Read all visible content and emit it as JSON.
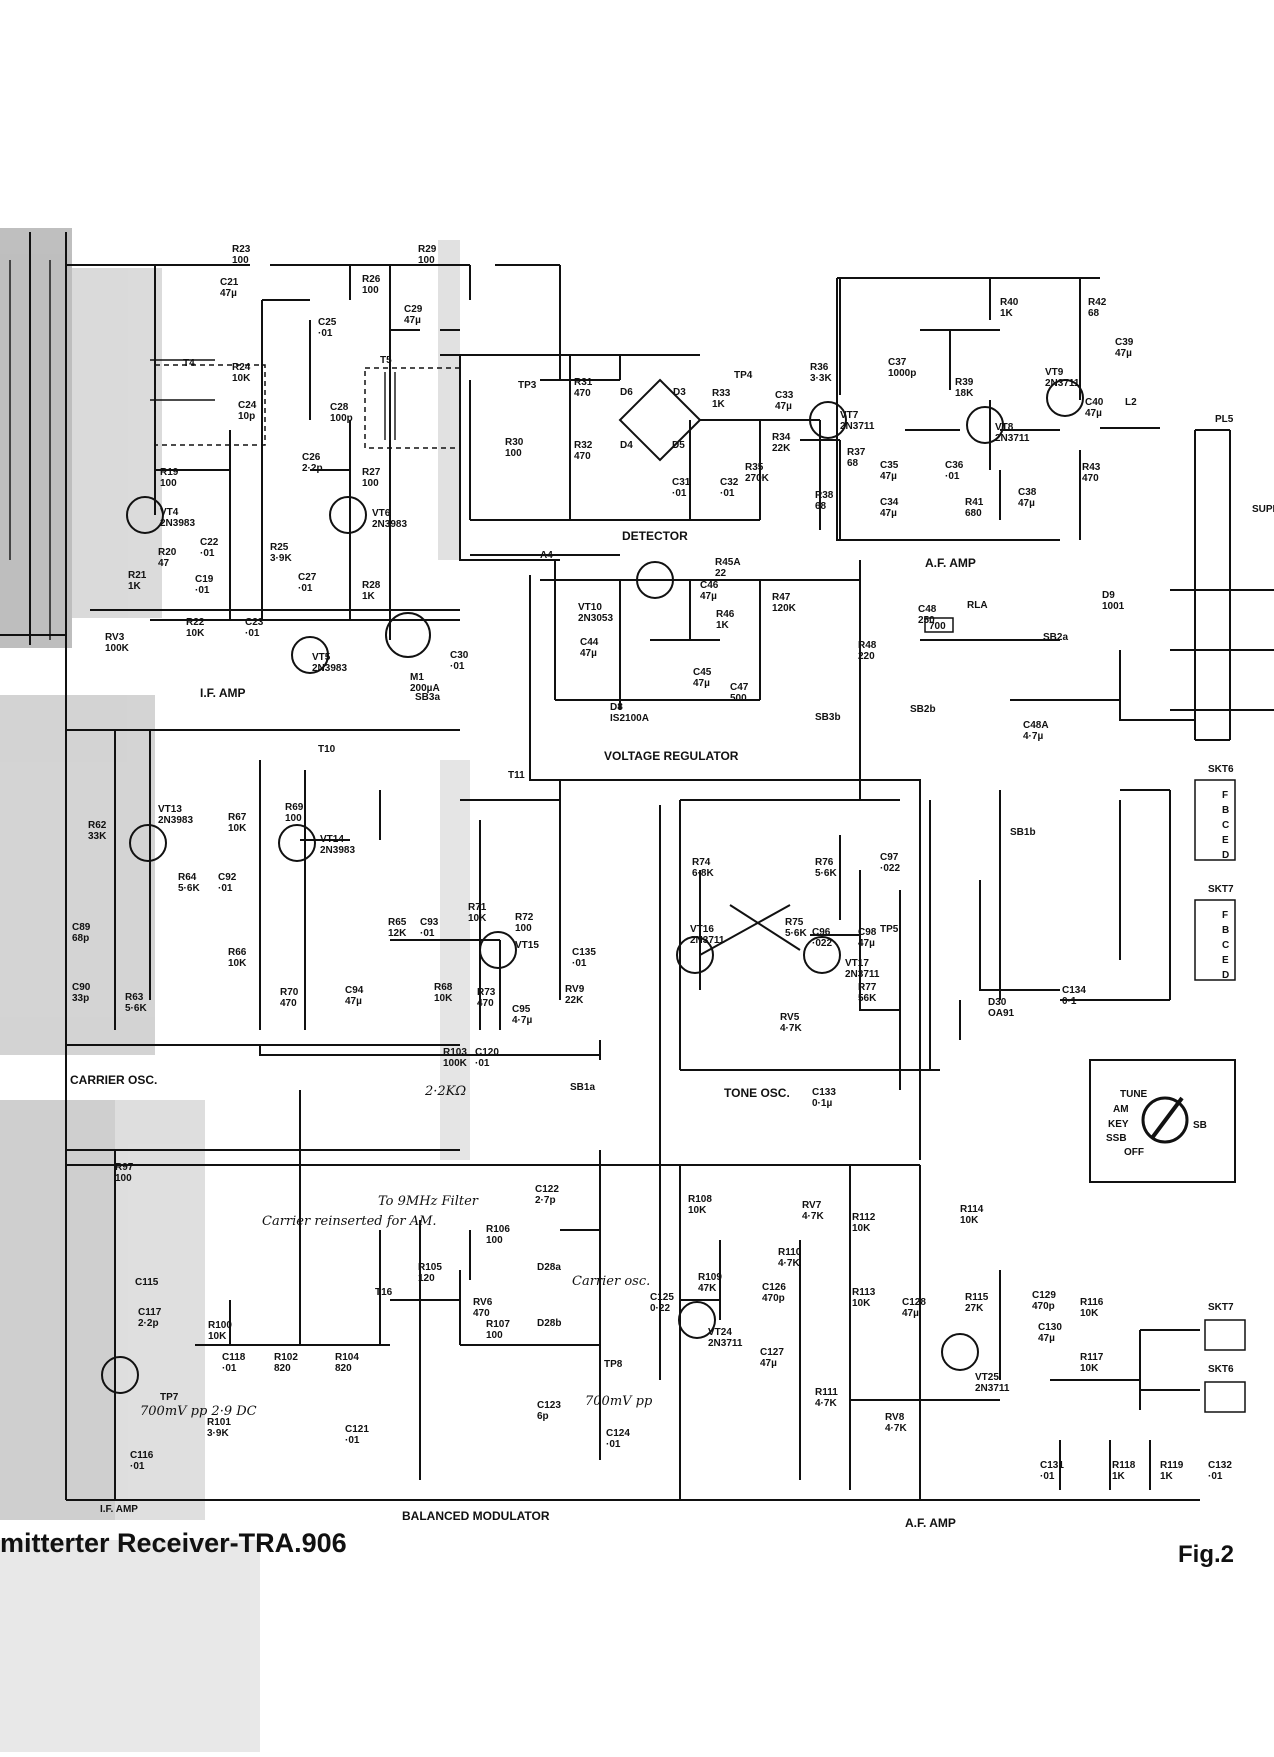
{
  "footer": {
    "title": "mitterter Receiver-TRA.906",
    "fig": "Fig.2"
  },
  "sections": {
    "if_amp_top": "I.F. AMP",
    "detector": "DETECTOR",
    "af_amp_top": "A.F. AMP",
    "voltage_regulator": "VOLTAGE REGULATOR",
    "carrier_osc": "CARRIER OSC.",
    "tone_osc": "TONE OSC.",
    "balanced_modulator": "BALANCED MODULATOR",
    "af_amp_bottom": "A.F. AMP",
    "if_amp_bottom": "I.F. AMP"
  },
  "handwritten": {
    "r103_note": "2·2KΩ",
    "to_9mhz": "To 9MHz Filter",
    "carrier_reinserted": "Carrier reinserted for AM.",
    "carrier_osc": "Carrier osc.",
    "tp8_level": "700mV pp",
    "tp7_level": "700mV pp 2·9 DC"
  },
  "mode_switch": {
    "tune": "TUNE",
    "am": "AM",
    "key": "KEY",
    "ssb": "SSB",
    "off": "OFF",
    "label": "SB"
  },
  "connectors": {
    "pl5": "PL5",
    "skt6_top": "SKT6",
    "skt7_top": "SKT7",
    "skt7_bottom": "SKT7",
    "skt6_bottom": "SKT6",
    "pins": [
      "F",
      "B",
      "C",
      "E",
      "D"
    ],
    "supply": "SUPP",
    "rla": "RLA",
    "rla_value": "700"
  },
  "components": [
    {
      "ref": "R23 100"
    },
    {
      "ref": "R29 100"
    },
    {
      "ref": "C21 47µ"
    },
    {
      "ref": "R26 100"
    },
    {
      "ref": "C29 47µ"
    },
    {
      "ref": "C25 ·01"
    },
    {
      "ref": "R24 10K"
    },
    {
      "ref": "C24 10p"
    },
    {
      "ref": "T4"
    },
    {
      "ref": "T5"
    },
    {
      "ref": "C28 100p"
    },
    {
      "ref": "C26 2·2p"
    },
    {
      "ref": "R27 100"
    },
    {
      "ref": "VT6 2N3983"
    },
    {
      "ref": "R19 100"
    },
    {
      "ref": "VT4 2N3983"
    },
    {
      "ref": "R20 47"
    },
    {
      "ref": "R21 1K"
    },
    {
      "ref": "C19 ·01"
    },
    {
      "ref": "C22 ·01"
    },
    {
      "ref": "R25 3·9K"
    },
    {
      "ref": "C27 ·01"
    },
    {
      "ref": "R28 1K"
    },
    {
      "ref": "R22 10K"
    },
    {
      "ref": "C23 ·01"
    },
    {
      "ref": "VT5 2N3983"
    },
    {
      "ref": "M1 200µA"
    },
    {
      "ref": "C30 ·01"
    },
    {
      "ref": "SB3a"
    },
    {
      "ref": "RV3 100K"
    },
    {
      "ref": "R31 470"
    },
    {
      "ref": "R30 100"
    },
    {
      "ref": "R32 470"
    },
    {
      "ref": "TP3"
    },
    {
      "ref": "D6"
    },
    {
      "ref": "D3"
    },
    {
      "ref": "D4"
    },
    {
      "ref": "D5"
    },
    {
      "ref": "C31 ·01"
    },
    {
      "ref": "C32 ·01"
    },
    {
      "ref": "R33 1K"
    },
    {
      "ref": "TP4"
    },
    {
      "ref": "C33 47µ"
    },
    {
      "ref": "R34 22K"
    },
    {
      "ref": "R35 270K"
    },
    {
      "ref": "R36 3·3K"
    },
    {
      "ref": "VT7 2N3711"
    },
    {
      "ref": "R37 68"
    },
    {
      "ref": "R38 68"
    },
    {
      "ref": "C34 47µ"
    },
    {
      "ref": "C35 47µ"
    },
    {
      "ref": "C36 ·01"
    },
    {
      "ref": "C37 1000p"
    },
    {
      "ref": "R39 18K"
    },
    {
      "ref": "R40 1K"
    },
    {
      "ref": "VT8 2N3711"
    },
    {
      "ref": "R41 680"
    },
    {
      "ref": "C38 47µ"
    },
    {
      "ref": "R42 68"
    },
    {
      "ref": "C39 47µ"
    },
    {
      "ref": "VT9 2N3711"
    },
    {
      "ref": "C40 47µ"
    },
    {
      "ref": "L2"
    },
    {
      "ref": "R43 470"
    },
    {
      "ref": "A4"
    },
    {
      "ref": "VT10 2N3053"
    },
    {
      "ref": "R45A 22"
    },
    {
      "ref": "C46 47µ"
    },
    {
      "ref": "R46 1K"
    },
    {
      "ref": "R47 120K"
    },
    {
      "ref": "C44 47µ"
    },
    {
      "ref": "D8 IS2100A"
    },
    {
      "ref": "C45 47µ"
    },
    {
      "ref": "C47 500"
    },
    {
      "ref": "R48 220"
    },
    {
      "ref": "C48 250"
    },
    {
      "ref": "SB3b"
    },
    {
      "ref": "SB2b"
    },
    {
      "ref": "C48A 4·7µ"
    },
    {
      "ref": "D9 1001"
    },
    {
      "ref": "SB2a"
    },
    {
      "ref": "T10"
    },
    {
      "ref": "R62 33K"
    },
    {
      "ref": "VT13 2N3983"
    },
    {
      "ref": "R67 10K"
    },
    {
      "ref": "R69 100"
    },
    {
      "ref": "VT14 2N3983"
    },
    {
      "ref": "R64 5·6K"
    },
    {
      "ref": "C92 ·01"
    },
    {
      "ref": "R66 10K"
    },
    {
      "ref": "R70 470"
    },
    {
      "ref": "C94 47µ"
    },
    {
      "ref": "C89 68p"
    },
    {
      "ref": "C90 33p"
    },
    {
      "ref": "R63 5·6K"
    },
    {
      "ref": "T11"
    },
    {
      "ref": "R71 10K"
    },
    {
      "ref": "R72 100"
    },
    {
      "ref": "R65 12K"
    },
    {
      "ref": "C93 ·01"
    },
    {
      "ref": "VT15"
    },
    {
      "ref": "C135 ·01"
    },
    {
      "ref": "R68 10K"
    },
    {
      "ref": "R73 470"
    },
    {
      "ref": "C95 4·7µ"
    },
    {
      "ref": "RV9 22K"
    },
    {
      "ref": "R103 100K"
    },
    {
      "ref": "C120 ·01"
    },
    {
      "ref": "SB1a"
    },
    {
      "ref": "R74 6·8K"
    },
    {
      "ref": "R76 5·6K"
    },
    {
      "ref": "C97 ·022"
    },
    {
      "ref": "R75 5·6K"
    },
    {
      "ref": "C96 ·022"
    },
    {
      "ref": "C98 47µ"
    },
    {
      "ref": "TP5"
    },
    {
      "ref": "VT16 2N3711"
    },
    {
      "ref": "VT17 2N3711"
    },
    {
      "ref": "R77 56K"
    },
    {
      "ref": "RV5 4·7K"
    },
    {
      "ref": "C133 0·1µ"
    },
    {
      "ref": "SB1b"
    },
    {
      "ref": "D30 OA91"
    },
    {
      "ref": "C134 0·1"
    },
    {
      "ref": "R97 100"
    },
    {
      "ref": "C115"
    },
    {
      "ref": "C117 2·2p"
    },
    {
      "ref": "R100 10K"
    },
    {
      "ref": "C118 ·01"
    },
    {
      "ref": "R102 820"
    },
    {
      "ref": "R104 820"
    },
    {
      "ref": "R101 3·9K"
    },
    {
      "ref": "TP7"
    },
    {
      "ref": "C116 ·01"
    },
    {
      "ref": "T16"
    },
    {
      "ref": "R105 120"
    },
    {
      "ref": "RV6 470"
    },
    {
      "ref": "R106 100"
    },
    {
      "ref": "R107 100"
    },
    {
      "ref": "C122 2·7p"
    },
    {
      "ref": "D28a"
    },
    {
      "ref": "D28b"
    },
    {
      "ref": "C123 6p"
    },
    {
      "ref": "TP8"
    },
    {
      "ref": "C124 ·01"
    },
    {
      "ref": "C121 ·01"
    },
    {
      "ref": "C125 0·22"
    },
    {
      "ref": "R108 10K"
    },
    {
      "ref": "R109 47K"
    },
    {
      "ref": "C126 470p"
    },
    {
      "ref": "VT24 2N3711"
    },
    {
      "ref": "C127 47µ"
    },
    {
      "ref": "RV7 4·7K"
    },
    {
      "ref": "R110 4·7K"
    },
    {
      "ref": "R111 4·7K"
    },
    {
      "ref": "R112 10K"
    },
    {
      "ref": "R113 10K"
    },
    {
      "ref": "RV8 4·7K"
    },
    {
      "ref": "R114 10K"
    },
    {
      "ref": "C128 47µ"
    },
    {
      "ref": "R115 27K"
    },
    {
      "ref": "C129 470p"
    },
    {
      "ref": "VT25 2N3711"
    },
    {
      "ref": "C130 47µ"
    },
    {
      "ref": "R116 10K"
    },
    {
      "ref": "R117 10K"
    },
    {
      "ref": "C131 ·01"
    },
    {
      "ref": "R118 1K"
    },
    {
      "ref": "R119 1K"
    },
    {
      "ref": "C132 ·01"
    }
  ],
  "colors": {
    "ink": "#111111",
    "paper": "#ffffff",
    "shade": "#9a9a9a"
  }
}
